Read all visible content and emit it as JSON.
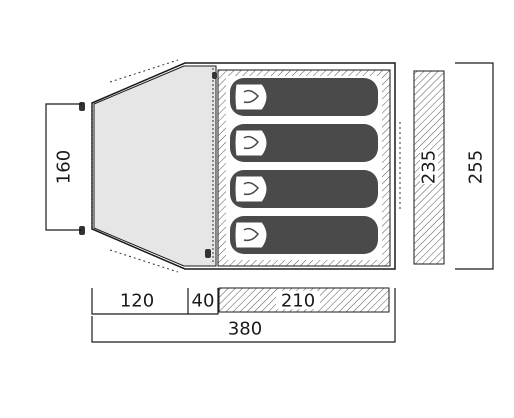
{
  "diagram": {
    "dimensions": {
      "vestibule_width": "160",
      "inner_height": "235",
      "outer_height": "255",
      "vestibule_length": "120",
      "gap": "40",
      "bedroom_length": "210",
      "total_length": "380"
    },
    "sleeping_bags": 4,
    "colors": {
      "tent_fill": "#e6e6e6",
      "bag_fill": "#4a4a4a",
      "outline": "#1a1a1a",
      "hatch": "#555555"
    }
  }
}
